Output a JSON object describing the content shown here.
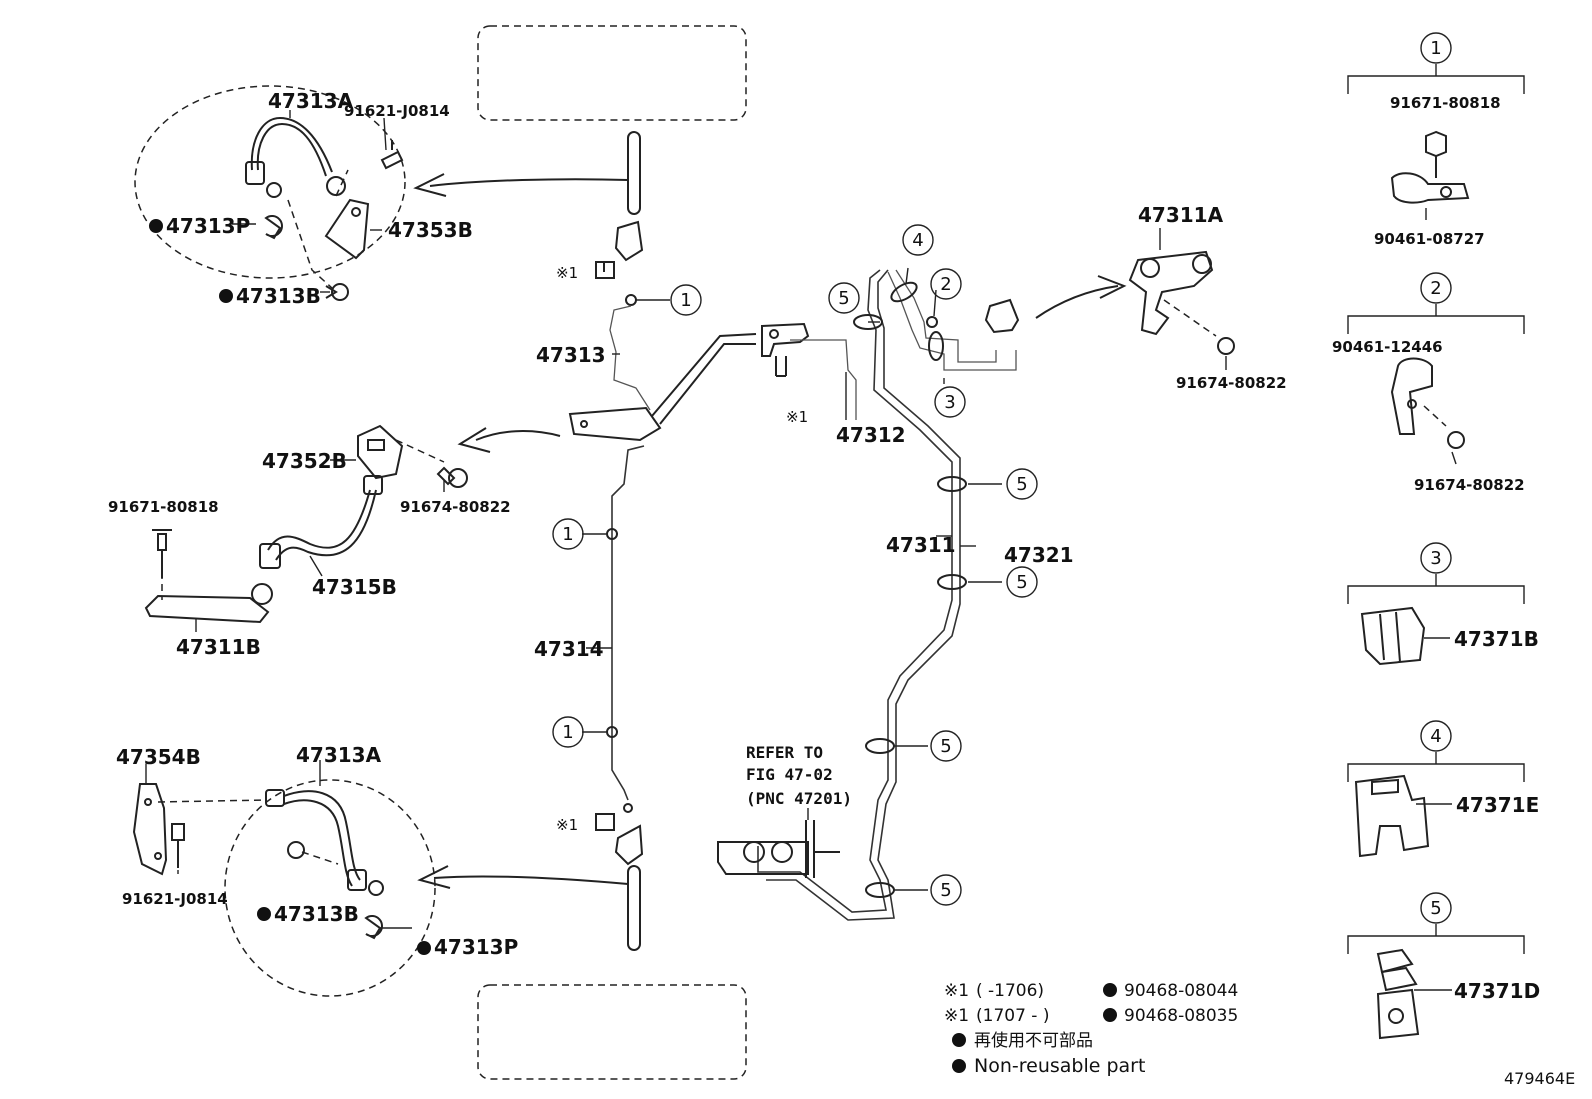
{
  "callouts": {
    "c1": "1",
    "c2": "2",
    "c3": "3",
    "c4": "4",
    "c5": "5"
  },
  "note_mark": "※1",
  "labels": {
    "p47313A_top": "47313A",
    "p91621_top": "91621-J0814",
    "p47313P_top": "47313P",
    "p47353B": "47353B",
    "p47313B_top": "47313B",
    "p47313": "47313",
    "p47352B": "47352B",
    "p91674_mid": "91674-80822",
    "p91671_left": "91671-80818",
    "p47315B": "47315B",
    "p47311B": "47311B",
    "p47314": "47314",
    "p47354B": "47354B",
    "p47313A_bot": "47313A",
    "p91621_bot": "91621-J0814",
    "p47313B_bot": "47313B",
    "p47313P_bot": "47313P",
    "p47312": "47312",
    "p47311A": "47311A",
    "p91674_right": "91674-80822",
    "p47311": "47311",
    "p47321": "47321",
    "refer_1": "REFER TO",
    "refer_2": "FIG 47-02",
    "refer_3": "(PNC 47201)",
    "side_91671": "91671-80818",
    "side_90461a": "90461-08727",
    "side_90461b": "90461-12446",
    "side_91674": "91674-80822",
    "side_47371B": "47371B",
    "side_47371E": "47371E",
    "side_47371D": "47371D"
  },
  "legend": {
    "row1_mark": "※1",
    "row1_range": "(        -1706)",
    "row1_part": "90468-08044",
    "row2_mark": "※1",
    "row2_range": "(1707 -       )",
    "row2_part": "90468-08035",
    "row3": "再使用不可部品",
    "row4": "Non-reusable part"
  },
  "figure_id": "479464E"
}
